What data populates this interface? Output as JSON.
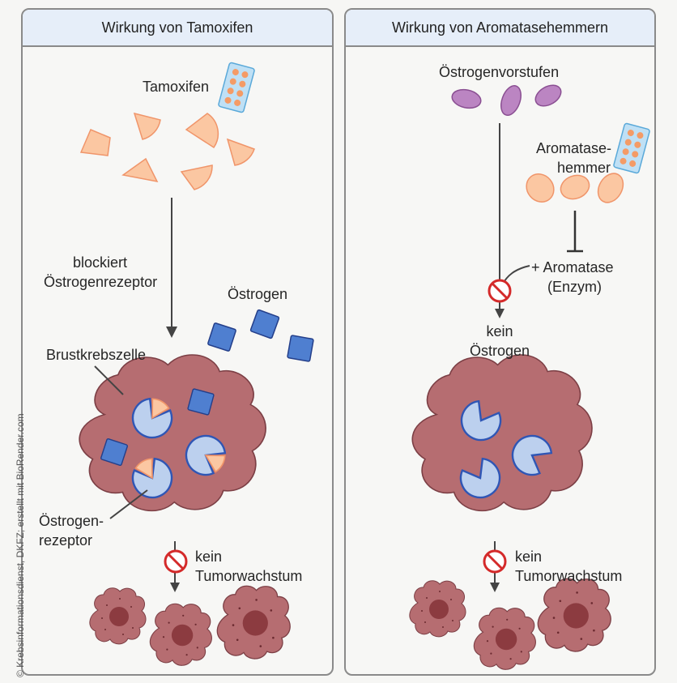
{
  "left_panel": {
    "title": "Wirkung von Tamoxifen",
    "drug_label": "Tamoxifen",
    "action_line1": "blockiert",
    "action_line2": "Östrogenrezeptor",
    "estrogen_label": "Östrogen",
    "cell_label": "Brustkrebszelle",
    "receptor_line1": "Östrogen-",
    "receptor_line2": "rezeptor",
    "result_line1": "kein",
    "result_line2": "Tumorwachstum"
  },
  "right_panel": {
    "title": "Wirkung von Aromatasehemmern",
    "precursor_label": "Östrogenvorstufen",
    "inhibitor_line1": "Aromatase-",
    "inhibitor_line2": "hemmer",
    "enzyme_line1": "+ Aromatase",
    "enzyme_line2": "(Enzym)",
    "no_estrogen_line1": "kein",
    "no_estrogen_line2": "Östrogen",
    "result_line1": "kein",
    "result_line2": "Tumorwachstum"
  },
  "credit": "© Krebsinformationsdienst, DKFZ; erstellt mit BioRender.com",
  "colors": {
    "tamoxifen": "#fbc7a2",
    "tamoxifen_stroke": "#f0956a",
    "estrogen": "#4f7fd0",
    "receptor": "#bcd0ee",
    "receptor_stroke": "#2f56b5",
    "cell": "#b66d71",
    "cell_stroke": "#7c3f45",
    "precursor": "#bb85c2",
    "inhibitor": "#fbc7a2",
    "stop": "#d42a2a",
    "header": "#e6eef9"
  }
}
